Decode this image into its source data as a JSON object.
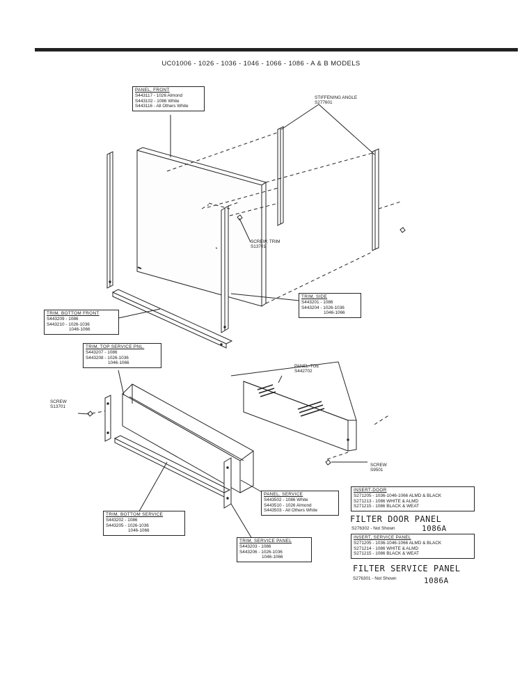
{
  "title": "UC01006 - 1026 - 1036 - 1046 - 1066 - 1086 - A & B MODELS",
  "callouts": {
    "panel_front": {
      "heading": "PANEL, FRONT",
      "lines": [
        "S443117 - 1026 Almond",
        "S443102 - 1086 White",
        "S443116 - All Others White"
      ]
    },
    "stiffening_angle": {
      "lines": [
        "STIFFENING ANGLE",
        "S277601"
      ]
    },
    "screw_trim": {
      "lines": [
        "SCREW, TRIM",
        "S13701"
      ]
    },
    "trim_side": {
      "heading": "TRIM, SIDE",
      "lines": [
        "S443201 - 1086",
        "S443204 - 1026-1036",
        "1046-1066"
      ]
    },
    "trim_bottom_front": {
      "heading": "TRIM, BOTTOM FRONT",
      "lines": [
        "S443209 - 1086",
        "S443210 - 1026-1036",
        "1046-1066"
      ]
    },
    "trim_top_service": {
      "heading": "TRIM, TOP SERVICE PNL.",
      "lines": [
        "S443207 - 1086",
        "S443208 - 1026-1036",
        "1046-1066"
      ]
    },
    "panel_toe": {
      "lines": [
        "PANEL-TOE",
        "S442702"
      ]
    },
    "screw_left": {
      "lines": [
        "SCREW",
        "S13701"
      ]
    },
    "screw_right": {
      "lines": [
        "SCREW",
        "S9501"
      ]
    },
    "panel_service": {
      "heading": "PANEL, SERVICE",
      "lines": [
        "S443502 - 1086 White",
        "S443510 - 1026 Almond",
        "S443503 - All Others White"
      ]
    },
    "insert_door": {
      "heading": "INSERT-DOOR",
      "lines": [
        "S271205 - 1036-1046-1066 ALMD & BLACK",
        "S271213 - 1086 WHITE & ALMD",
        "S271215 - 1086 BLACK & WEAT"
      ]
    },
    "filter_door": {
      "handwritten": "FILTER DOOR PANEL",
      "note": "S276302 - Not Shown",
      "model": "1086A"
    },
    "insert_service": {
      "heading": "INSERT, SERVICE PANEL",
      "lines": [
        "S271205 - 1036-1046-1066 ALMD & BLACK",
        "S271214 - 1086 WHITE & ALMD",
        "S271215 - 1086 BLACK & WEAT"
      ]
    },
    "filter_service": {
      "handwritten": "FILTER SERVICE PANEL",
      "note": "S276301 - Not Shown",
      "model": "1086A"
    },
    "trim_bottom_service": {
      "heading": "TRIM, BOTTOM SERVICE",
      "lines": [
        "S443202 - 1086",
        "S443205 - 1026-1036",
        "1046-1066"
      ]
    },
    "trim_service_panel": {
      "heading": "TRIM, SERVICE PANEL",
      "lines": [
        "S443203 - 1086",
        "S443206 - 1026-1036",
        "1046-1066"
      ]
    }
  }
}
